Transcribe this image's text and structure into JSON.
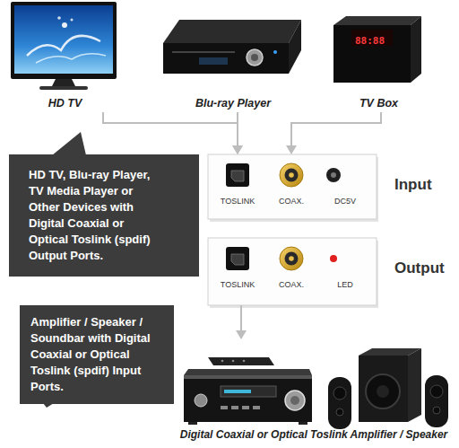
{
  "diagram": {
    "nodes": [
      {
        "text": [
          "HD TV"
        ]
      },
      {
        "text": [
          "Blu-ray Player"
        ]
      },
      {
        "text": [
          "TV Box"
        ]
      },
      {
        "text": [
          "HD TV, Blu-ray Player, TV Media Player or Other Devices with Digital Coaxial or Optical Toslink (spdif) Output Ports."
        ]
      },
      {
        "text": [
          "Input",
          "TOSLINK",
          "COAX.",
          "DC5V"
        ]
      },
      {
        "text": [
          "Output",
          "TOSLINK",
          "COAX.",
          "LED"
        ]
      },
      {
        "text": [
          "Amplifier / Speaker / Soundbar with Digital Coaxial or Optical Toslink (spdif) Input Ports."
        ]
      },
      {
        "text": [
          "Digital Coaxial or Optical Toslink Amplifier / Speaker"
        ]
      }
    ],
    "edges": [
      {
        "from": 0,
        "to": 4,
        "arrow": "to"
      },
      {
        "from": 1,
        "to": 4,
        "arrow": "to"
      },
      {
        "from": 2,
        "to": 4,
        "arrow": "to"
      },
      {
        "from": 5,
        "to": 7,
        "arrow": "to"
      }
    ],
    "labels": [
      "88:88"
    ]
  }
}
